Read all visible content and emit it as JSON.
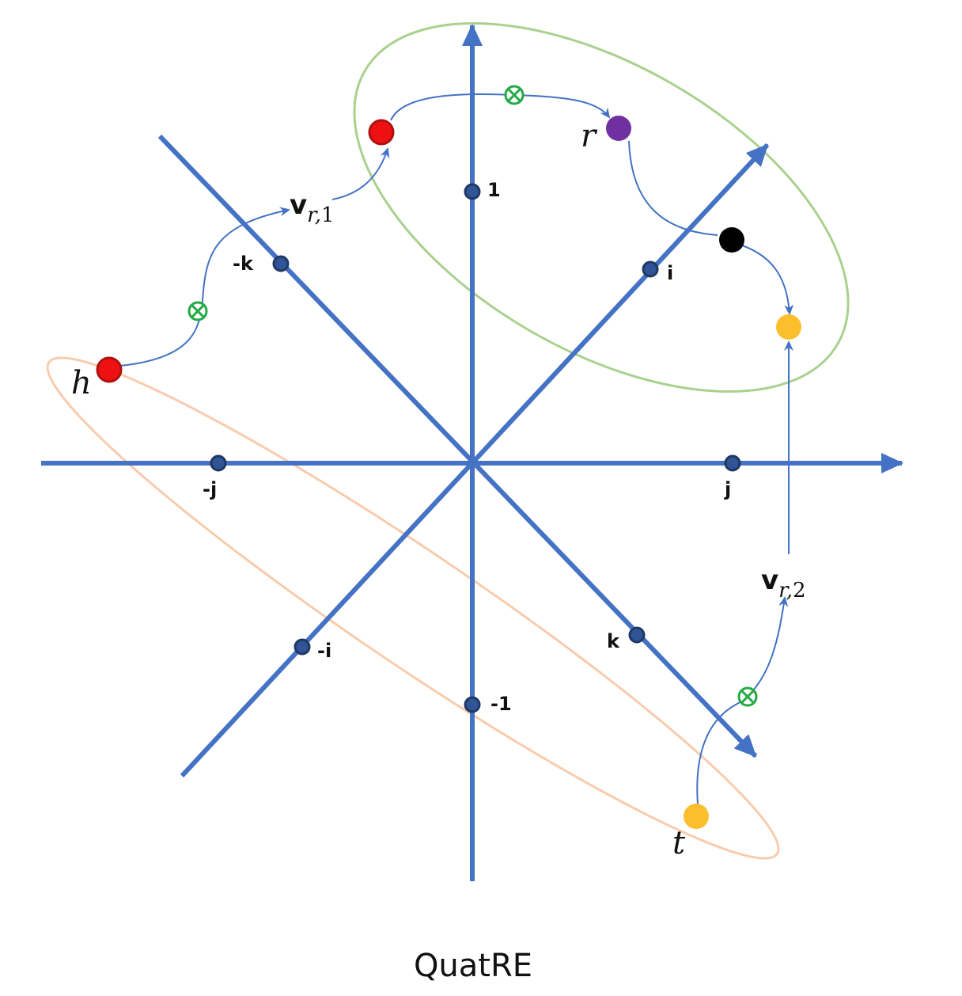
{
  "colors": {
    "axis": "#4472c4",
    "axis_point_fill": "#2f5597",
    "axis_point_stroke": "#1f3864",
    "green_ellipse": "#a9d18e",
    "orange_ellipse": "#f8cbad",
    "red_point": "#ee1111",
    "red_point_stroke": "#b01010",
    "purple_point": "#7030a0",
    "black_point": "#000000",
    "yellow_point": "#fbbf2d",
    "otimes": "#22aa44",
    "text": "#111111"
  },
  "axis_labels": {
    "one": "1",
    "neg_one": "-1",
    "i": "i",
    "neg_i": "-i",
    "j": "j",
    "neg_j": "-j",
    "k": "k",
    "neg_k": "-k"
  },
  "entities": {
    "head": "h",
    "relation": "r",
    "tail": "t"
  },
  "vectors": {
    "v1": {
      "bold": "v",
      "sub": "r,",
      "sub_num": "1"
    },
    "v2": {
      "bold": "v",
      "sub": "r,",
      "sub_num": "2"
    }
  },
  "operator_icon": "circled-times-icon",
  "caption": "QuatRE"
}
